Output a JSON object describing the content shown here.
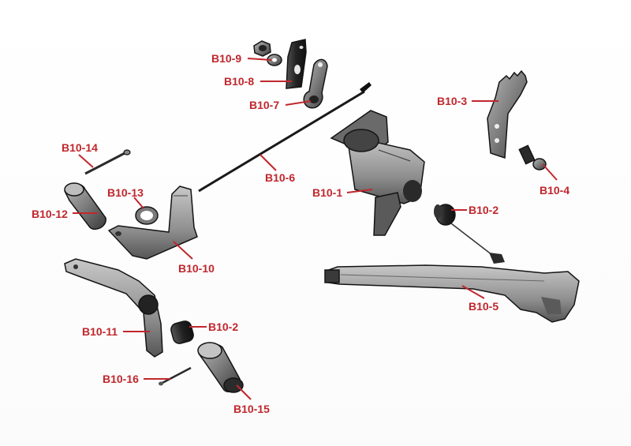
{
  "diagram": {
    "type": "exploded-parts",
    "callout_color": "#c0272d",
    "part_color": "#1c1c1c",
    "part_fill": "#8a8a8a",
    "callouts": [
      {
        "id": "b10-1",
        "label": "B10-1"
      },
      {
        "id": "b10-2a",
        "label": "B10-2"
      },
      {
        "id": "b10-2b",
        "label": "B10-2"
      },
      {
        "id": "b10-3",
        "label": "B10-3"
      },
      {
        "id": "b10-4",
        "label": "B10-4"
      },
      {
        "id": "b10-5",
        "label": "B10-5"
      },
      {
        "id": "b10-6",
        "label": "B10-6"
      },
      {
        "id": "b10-7",
        "label": "B10-7"
      },
      {
        "id": "b10-8",
        "label": "B10-8"
      },
      {
        "id": "b10-9",
        "label": "B10-9"
      },
      {
        "id": "b10-10",
        "label": "B10-10"
      },
      {
        "id": "b10-11",
        "label": "B10-11"
      },
      {
        "id": "b10-12",
        "label": "B10-12"
      },
      {
        "id": "b10-13",
        "label": "B10-13"
      },
      {
        "id": "b10-14",
        "label": "B10-14"
      },
      {
        "id": "b10-15",
        "label": "B10-15"
      },
      {
        "id": "b10-16",
        "label": "B10-16"
      }
    ]
  }
}
